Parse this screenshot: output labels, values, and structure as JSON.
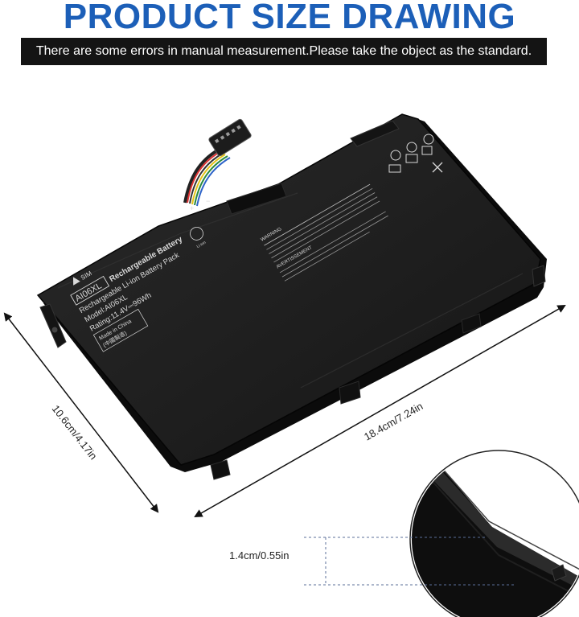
{
  "heading": "PRODUCT SIZE DRAWING",
  "notice": "There are some errors in manual measurement.Please take the object as the standard.",
  "dimensions": {
    "length": "18.4cm/7.24in",
    "width": "10.6cm/4.17in",
    "thickness": "1.4cm/0.55in"
  },
  "battery_label": {
    "sim": "SIM",
    "model_code": "AI06XL",
    "name": "Rechargeable Battery",
    "pack": "Rechargeable Li-ion Battery Pack",
    "model": "Model:AI06XL",
    "rating": "Rating:11.4V⎓96Wh",
    "made_in": "Made in China",
    "made_in_cn": "(中國製造)",
    "chem": "Li-ion",
    "warning": "WARNING",
    "avert": "AVERTISSEMENT",
    "plus": "+",
    "minus": "−"
  },
  "colors": {
    "heading": "#1c5fb8",
    "notice_bg": "#141414",
    "battery": "#161616"
  }
}
